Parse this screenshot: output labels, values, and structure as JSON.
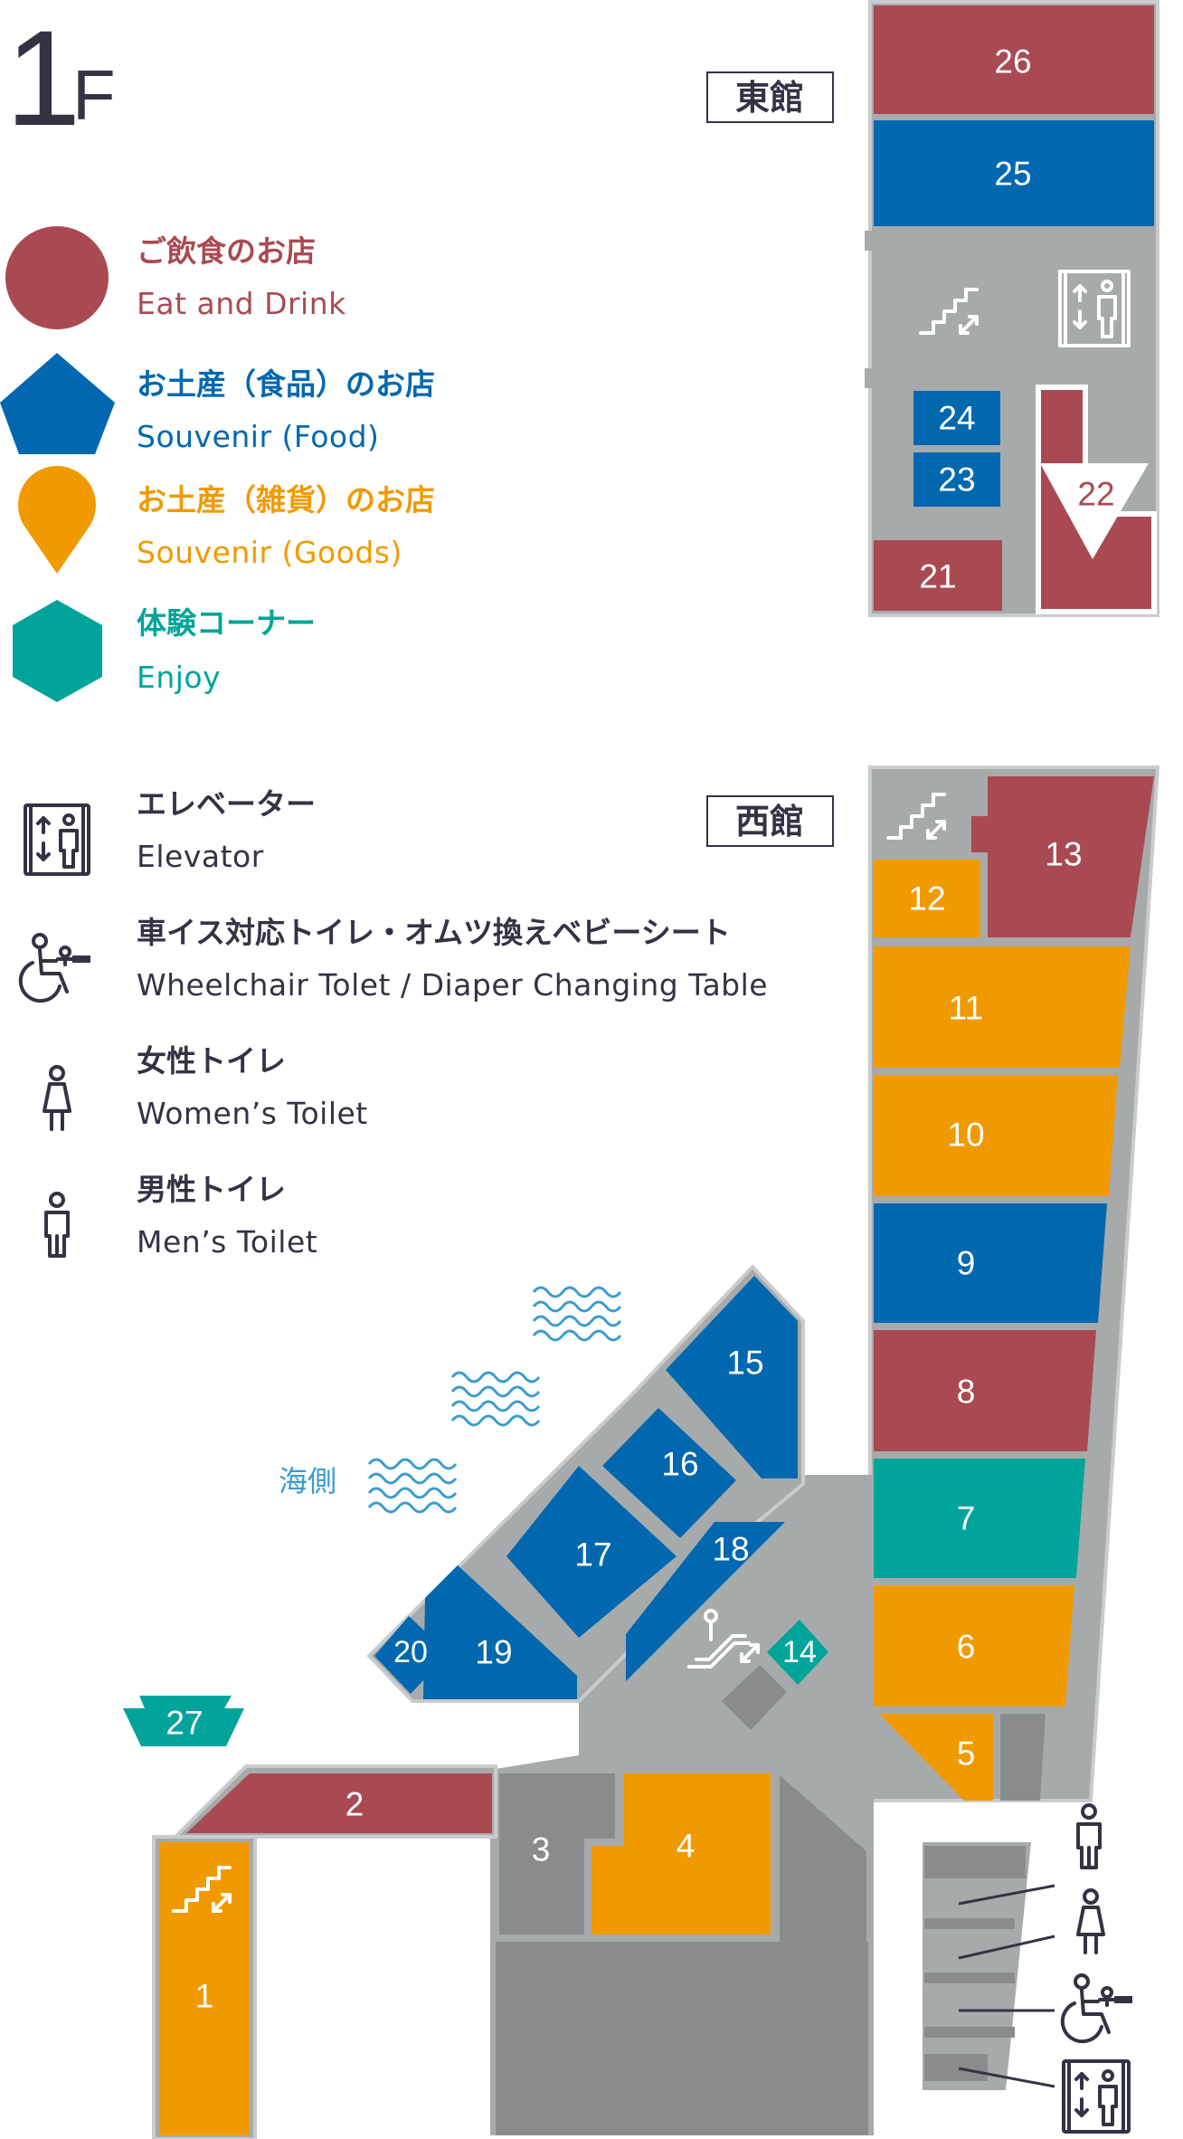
{
  "floor": {
    "number": "1",
    "letter": "F"
  },
  "buildings": {
    "east": "東館",
    "west": "西館"
  },
  "colors": {
    "eat": "#a94a53",
    "food": "#0168b0",
    "goods": "#f19a00",
    "enjoy": "#00a49a",
    "corridor": "#a7aaab",
    "service": "#8a8b8c",
    "text": "#333344",
    "sea": "#3a9cd0"
  },
  "legend": {
    "categories": [
      {
        "icon": "circle-icon",
        "jp": "ご飲食のお店",
        "en": "Eat and Drink",
        "color": "#a94a53"
      },
      {
        "icon": "pentagon-icon",
        "jp": "お土産（食品）のお店",
        "en": "Souvenir (Food)",
        "color": "#0168b0"
      },
      {
        "icon": "pin-icon",
        "jp": "お土産（雑貨）のお店",
        "en": "Souvenir (Goods)",
        "color": "#f19a00"
      },
      {
        "icon": "hexagon-icon",
        "jp": "体験コーナー",
        "en": "Enjoy",
        "color": "#00a49a"
      }
    ],
    "facilities": [
      {
        "icon": "elevator-icon",
        "jp": "エレベーター",
        "en": "Elevator"
      },
      {
        "icon": "wheelchair-toilet-icon",
        "jp": "車イス対応トイレ・オムツ換えベビーシート",
        "en": "Wheelchair Tolet / Diaper Changing Table"
      },
      {
        "icon": "womens-toilet-icon",
        "jp": "女性トイレ",
        "en": "Women’s Toilet"
      },
      {
        "icon": "mens-toilet-icon",
        "jp": "男性トイレ",
        "en": "Men’s Toilet"
      }
    ]
  },
  "sea_label": "海側",
  "units": {
    "u1": "1",
    "u2": "2",
    "u3": "3",
    "u4": "4",
    "u5": "5",
    "u6": "6",
    "u7": "7",
    "u8": "8",
    "u9": "9",
    "u10": "10",
    "u11": "11",
    "u12": "12",
    "u13": "13",
    "u14": "14",
    "u15": "15",
    "u16": "16",
    "u17": "17",
    "u18": "18",
    "u19": "19",
    "u20": "20",
    "u21": "21",
    "u22": "22",
    "u23": "23",
    "u24": "24",
    "u25": "25",
    "u26": "26",
    "u27": "27"
  }
}
